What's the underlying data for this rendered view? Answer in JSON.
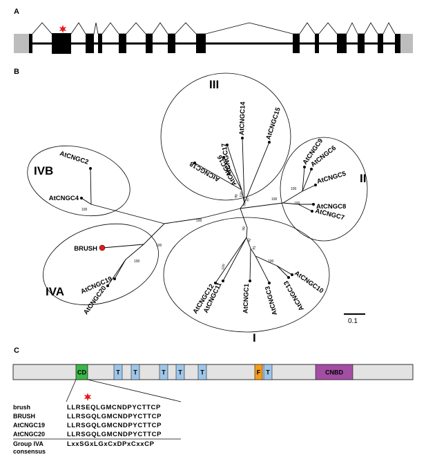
{
  "panels": {
    "a": "A",
    "b": "B",
    "c": "C"
  },
  "tree": {
    "clades": {
      "III": "III",
      "IVB": "IVB",
      "II": "II",
      "IVA": "IVA",
      "I": "I"
    },
    "leaves": {
      "c15": "AtCNGC15",
      "c14": "AtCNGC14",
      "c17": "AtCNGC17",
      "c16": "AtCNGC16",
      "c18": "AtCNGC18",
      "c2": "AtCNGC2",
      "c4": "AtCNGC4",
      "c9": "AtCNGC9",
      "c6": "AtCNGC6",
      "c5": "AtCNGC5",
      "c8": "AtCNGC8",
      "c7": "AtCNGC7",
      "brush": "BRUSH",
      "c19": "AtCNGC19",
      "c20": "AtCNGC20",
      "c11": "AtCNGC11",
      "c12": "AtCNGC12",
      "c1": "AtCNGC1",
      "c3": "AtCNGC3",
      "c13": "AtCNGC13",
      "c10": "AtCNGC10"
    },
    "bootstrap": {
      "b_ivb": "100",
      "b_mid": "100",
      "b_brush": "100",
      "b_iva": "100",
      "b_ii": "100",
      "b_ii2": "100",
      "b_ii3": "100",
      "b_iii1": "100",
      "b_iii2": "96",
      "b_iii3": "99",
      "b_iii4": "97",
      "b_i1": "99",
      "b_i2": "92",
      "b_i3": "91",
      "b_i4": "100",
      "b_i5": "100"
    },
    "scale_bar_label": "0.1"
  },
  "domains": {
    "cd": "CD",
    "t": "T",
    "f": "F",
    "cnbd": "CNBD"
  },
  "alignment": {
    "rows": [
      {
        "name": "brush",
        "seq": "LLRSEQLGMCNDPYCTTCP"
      },
      {
        "name": "BRUSH",
        "seq": "LLRSGQLGMCNDPYCTTCP"
      },
      {
        "name": "AtCNGC19",
        "seq": "LLRSGQLGMCNDPYCTTCP"
      },
      {
        "name": "AtCNGC20",
        "seq": "LLRSGQLGMCNDPYCTTCP"
      }
    ],
    "consensus_name_line1": "Group IVA",
    "consensus_name_line2": "consensus",
    "consensus_seq": "LxxSGxLGxCxDPxCxxCP"
  },
  "colors": {
    "exon": "#000000",
    "utr": "#bdbdbd",
    "mutation": "#e41a1c",
    "brush_dot": "#e41a1c",
    "cd": "#3cb54a",
    "tm": "#9ec6e8",
    "filter": "#f39c1e",
    "cnbd": "#a24ea2",
    "protein_bar": "#e3e3e3"
  }
}
